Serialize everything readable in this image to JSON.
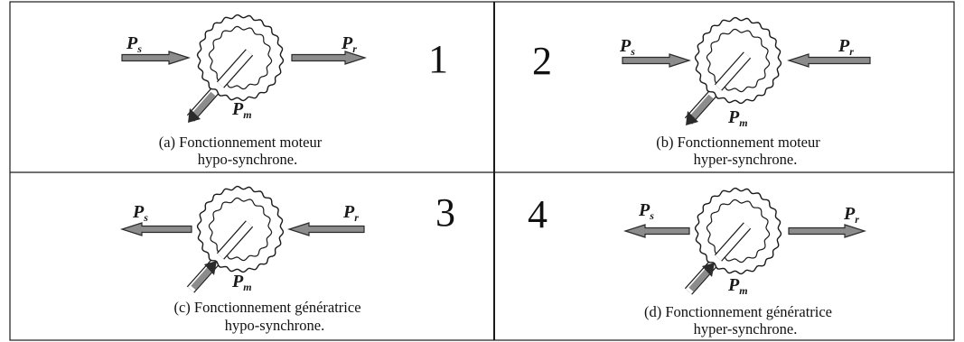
{
  "figure": {
    "panels": [
      {
        "id": "a",
        "number": "1",
        "caption_line1": "(a) Fonctionnement moteur",
        "caption_line2": "hypo-synchrone.",
        "ps_direction": "in",
        "pr_direction": "out",
        "pm_direction": "out",
        "labels": {
          "ps": "P",
          "ps_sub": "s",
          "pr": "P",
          "pr_sub": "r",
          "pm": "P",
          "pm_sub": "m"
        }
      },
      {
        "id": "b",
        "number": "2",
        "caption_line1": "(b) Fonctionnement moteur",
        "caption_line2": "hyper-synchrone.",
        "ps_direction": "in",
        "pr_direction": "in",
        "pm_direction": "out",
        "labels": {
          "ps": "P",
          "ps_sub": "s",
          "pr": "P",
          "pr_sub": "r",
          "pm": "P",
          "pm_sub": "m"
        }
      },
      {
        "id": "c",
        "number": "3",
        "caption_line1": "(c) Fonctionnement génératrice",
        "caption_line2": "hypo-synchrone.",
        "ps_direction": "out",
        "pr_direction": "in",
        "pm_direction": "in",
        "labels": {
          "ps": "P",
          "ps_sub": "s",
          "pr": "P",
          "pr_sub": "r",
          "pm": "P",
          "pm_sub": "m"
        }
      },
      {
        "id": "d",
        "number": "4",
        "caption_line1": "(d) Fonctionnement génératrice",
        "caption_line2": "hyper-synchrone.",
        "ps_direction": "out",
        "pr_direction": "out",
        "pm_direction": "in",
        "labels": {
          "ps": "P",
          "ps_sub": "s",
          "pr": "P",
          "pr_sub": "r",
          "pm": "P",
          "pm_sub": "m"
        }
      }
    ],
    "colors": {
      "arrow_fill": "#8c8c8c",
      "arrow_stroke": "#2b2b2b",
      "line": "#1a1a1a",
      "background": "#ffffff"
    }
  }
}
